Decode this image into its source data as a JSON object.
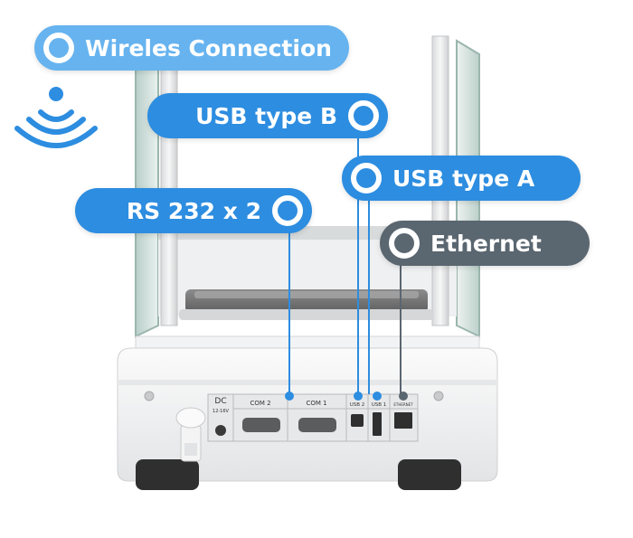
{
  "colors": {
    "wireless": "#66b3ef",
    "usb_b": "#2d8de0",
    "usb_a": "#2d8de0",
    "rs232": "#2d8de0",
    "ethernet": "#5a6670",
    "leader_line": "#2d8de0"
  },
  "callouts": {
    "wireless": {
      "label": "Wireles Connection",
      "icon": "ring-icon"
    },
    "usb_b": {
      "label": "USB type B",
      "icon": "ring-icon"
    },
    "usb_a": {
      "label": "USB type A",
      "icon": "ring-icon"
    },
    "rs232": {
      "label": "RS 232 x 2",
      "icon": "ring-icon"
    },
    "ethernet": {
      "label": "Ethernet",
      "icon": "ring-icon"
    }
  },
  "panel_labels": {
    "dc": "DC",
    "dc_voltage": "12-16V",
    "com2": "COM 2",
    "com1": "COM 1",
    "usb2": "USB 2",
    "usb1": "USB 1",
    "ethernet": "ETHERNET"
  },
  "wifi_icon": "wifi-icon"
}
